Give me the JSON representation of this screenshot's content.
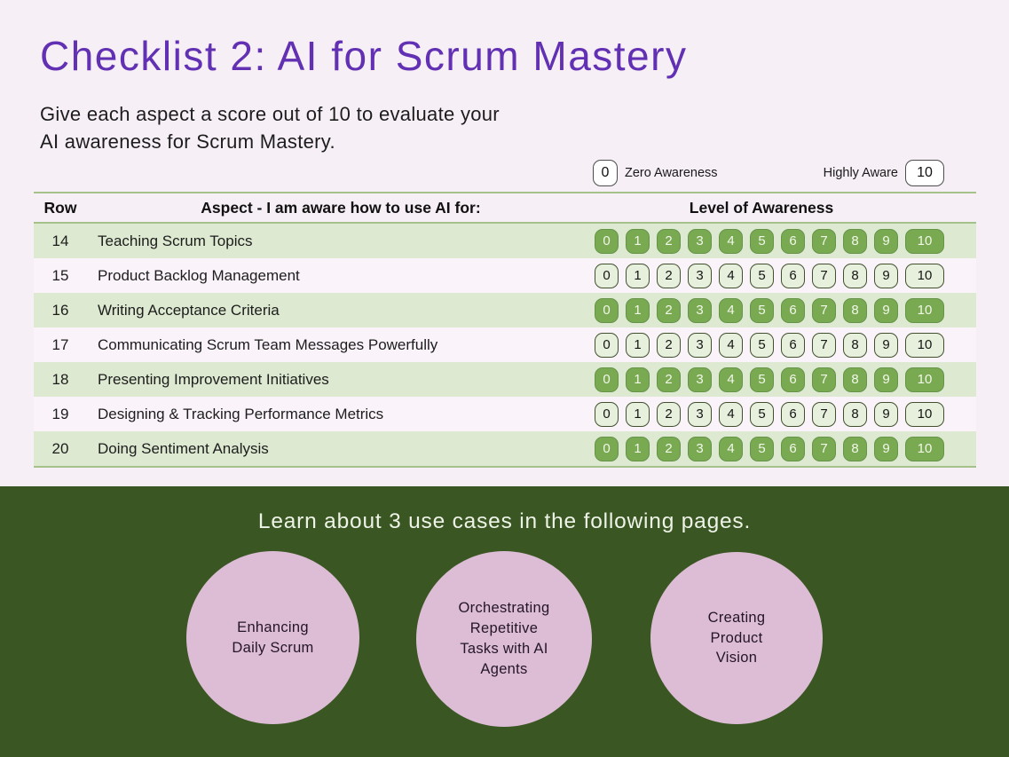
{
  "page": {
    "title": "Checklist 2: AI for Scrum Mastery",
    "subtitle": "Give each aspect a score out of 10 to evaluate your\nAI awareness for Scrum Mastery."
  },
  "legend": {
    "min_value": "0",
    "min_label": "Zero Awareness",
    "max_label": "Highly Aware",
    "max_value": "10"
  },
  "table": {
    "columns": {
      "row": "Row",
      "aspect": "Aspect - I am aware how to use AI for:",
      "level": "Level of Awareness"
    },
    "scores": [
      "0",
      "1",
      "2",
      "3",
      "4",
      "5",
      "6",
      "7",
      "8",
      "9",
      "10"
    ],
    "rows": [
      {
        "row": "14",
        "aspect": "Teaching Scrum Topics",
        "highlighted": true
      },
      {
        "row": "15",
        "aspect": "Product Backlog Management",
        "highlighted": false
      },
      {
        "row": "16",
        "aspect": "Writing Acceptance Criteria",
        "highlighted": true
      },
      {
        "row": "17",
        "aspect": "Communicating Scrum Team Messages Powerfully",
        "highlighted": false
      },
      {
        "row": "18",
        "aspect": "Presenting Improvement Initiatives",
        "highlighted": true
      },
      {
        "row": "19",
        "aspect": "Designing & Tracking Performance Metrics",
        "highlighted": false
      },
      {
        "row": "20",
        "aspect": "Doing Sentiment Analysis",
        "highlighted": true
      }
    ]
  },
  "footer": {
    "heading": "Learn about 3 use cases in the following pages.",
    "use_cases": [
      "Enhancing\nDaily Scrum",
      "Orchestrating\nRepetitive\nTasks with AI\nAgents",
      "Creating\nProduct\nVision"
    ]
  },
  "colors": {
    "title_purple": "#6230b3",
    "page_background": "#f6eff6",
    "row_highlight_green": "#dde9d0",
    "score_button_green": "#79a950",
    "score_button_light": "#e7f0dc",
    "table_line_green": "#a6c28b",
    "footer_band_green": "#3a5622",
    "use_case_circle_pink": "#dcbdd5"
  }
}
